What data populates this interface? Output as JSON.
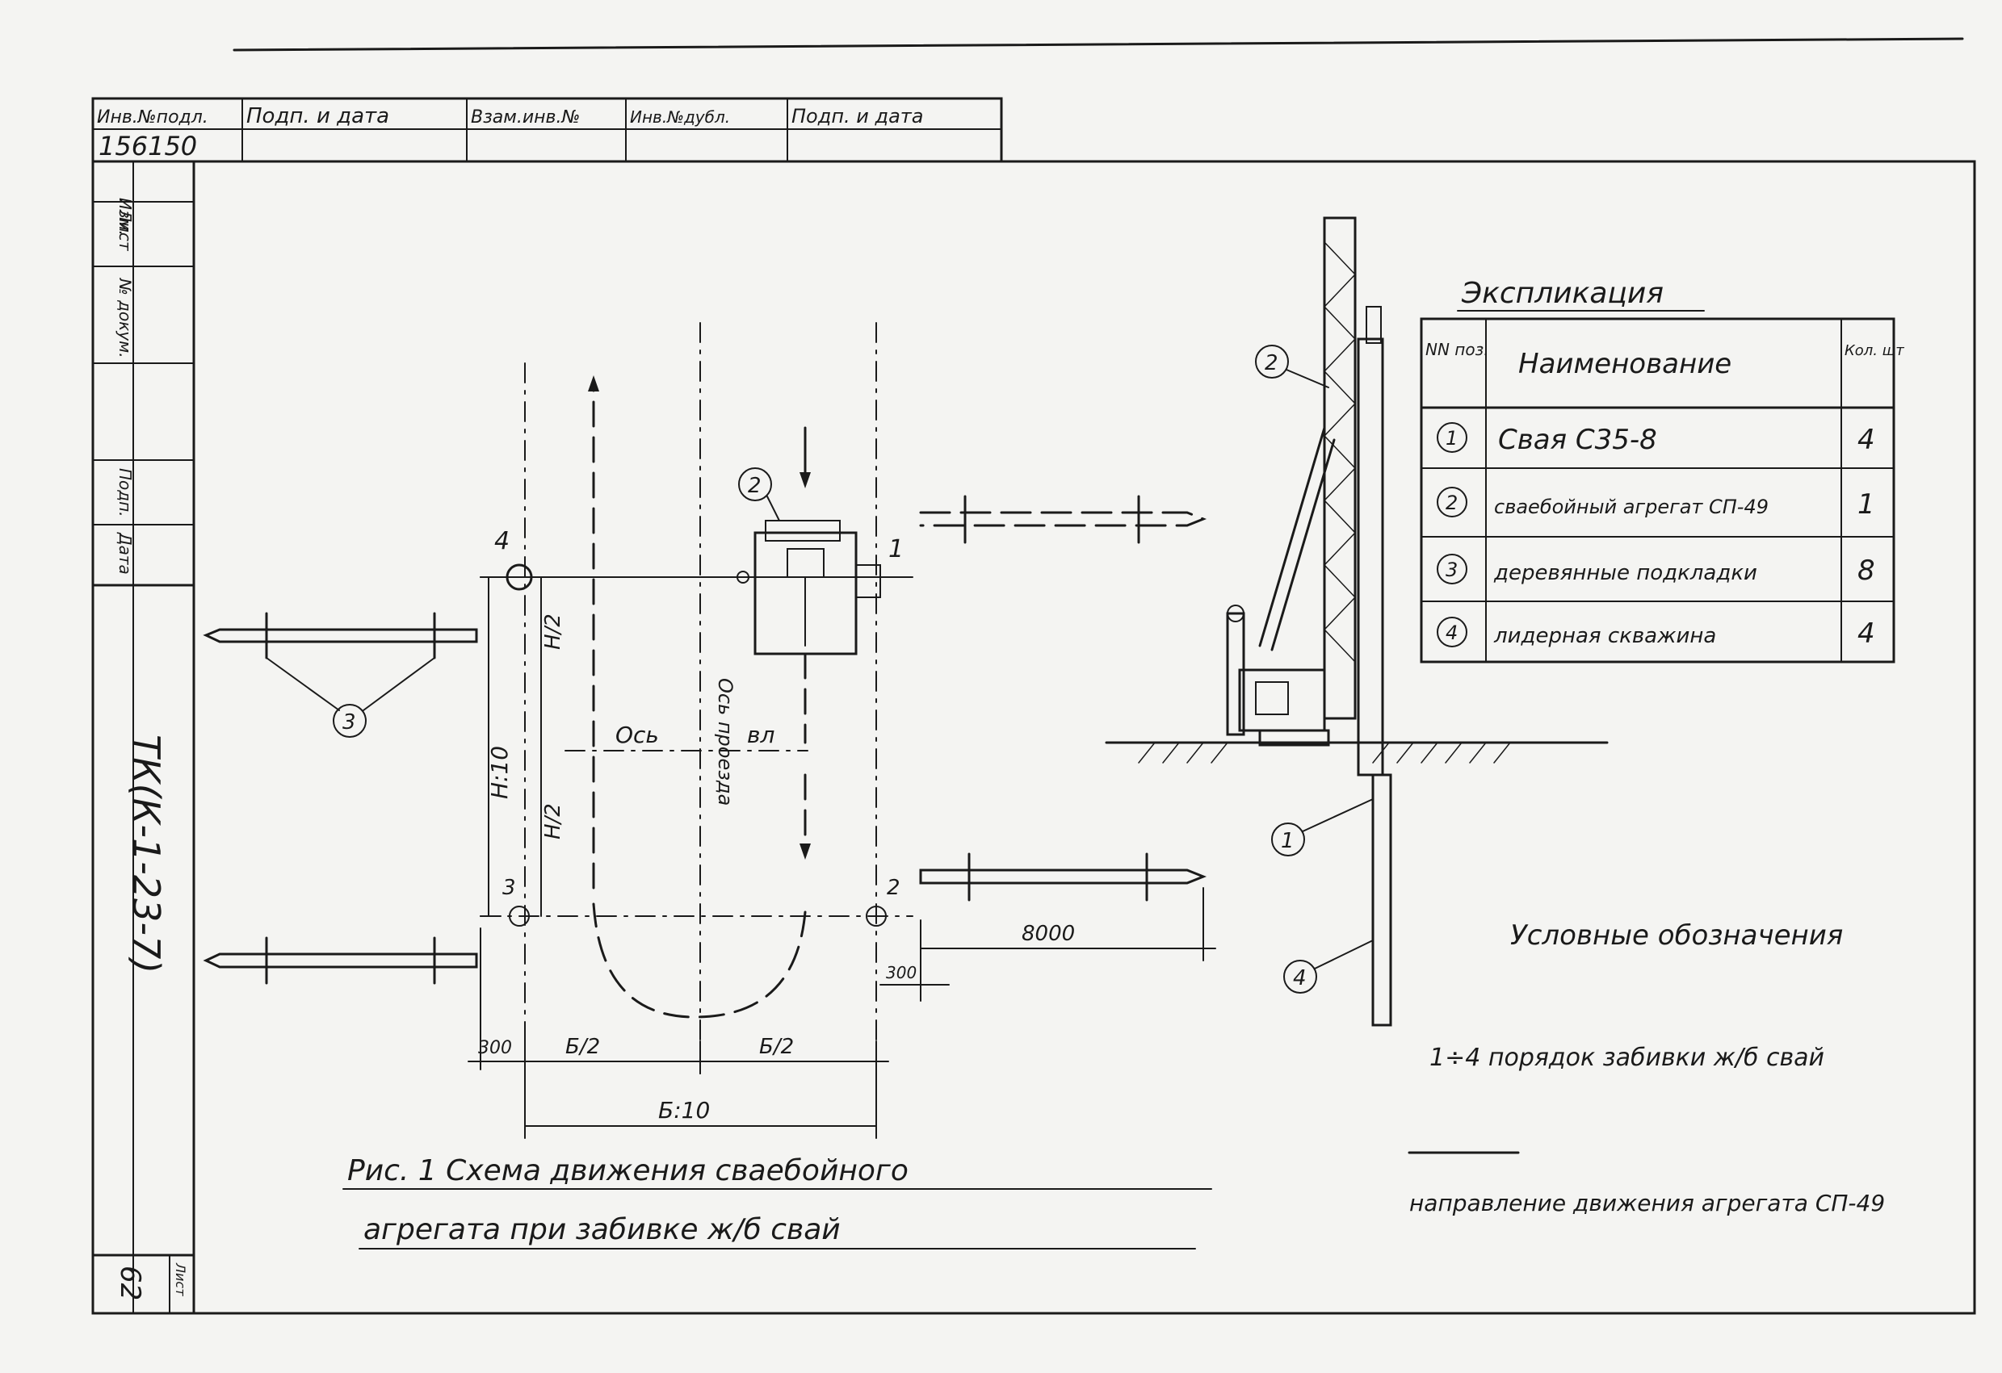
{
  "stamp": {
    "headers": [
      "Инв.№подл.",
      "Подп. и дата",
      "Взам.инв.№",
      "Инв.№дубл.",
      "Подп. и дата"
    ],
    "inv_number": "156150",
    "side_labels": [
      "Изм.",
      "Лист",
      "№ докум.",
      "Подп.",
      "Дата"
    ],
    "document_code": "ТК(К-1-23-7)",
    "sheet_label": "Лист",
    "sheet_number": "62"
  },
  "explication": {
    "title": "Экспликация",
    "headers": [
      "NN поз.",
      "Наименование",
      "Кол. шт"
    ],
    "rows": [
      {
        "pos": "1",
        "name": "Свая С35-8",
        "qty": "4"
      },
      {
        "pos": "2",
        "name": "сваебойный агрегат СП-49",
        "qty": "1"
      },
      {
        "pos": "3",
        "name": "деревянные подкладки",
        "qty": "8"
      },
      {
        "pos": "4",
        "name": "лидерная скважина",
        "qty": "4"
      }
    ]
  },
  "legend": {
    "title": "Условные обозначения",
    "item1": "1÷4 порядок забивки ж/б свай",
    "item2": "направление движения агрегата СП-49"
  },
  "caption": {
    "line1": "Рис. 1 Схема движения сваебойного",
    "line2": "агрегата при забивке ж/б свай"
  },
  "scheme": {
    "dim_h": "Н:10",
    "dim_h2_top": "Н/2",
    "dim_h2_bottom": "Н/2",
    "axis_label_a": "Ось",
    "axis_label_b": "вл",
    "axis_label_c": "Ось проезда",
    "dim_300_left": "300",
    "dim_b2_left": "Б/2",
    "dim_b2_right": "Б/2",
    "dim_b_total": "Б:10",
    "dim_8000": "8000",
    "dim_300_right": "300",
    "point1": "1",
    "point2": "2",
    "point3": "3",
    "point4": "4",
    "marker2": "2",
    "marker3": "3"
  },
  "machine_view": {
    "marker1": "1",
    "marker2": "2",
    "marker4": "4"
  }
}
